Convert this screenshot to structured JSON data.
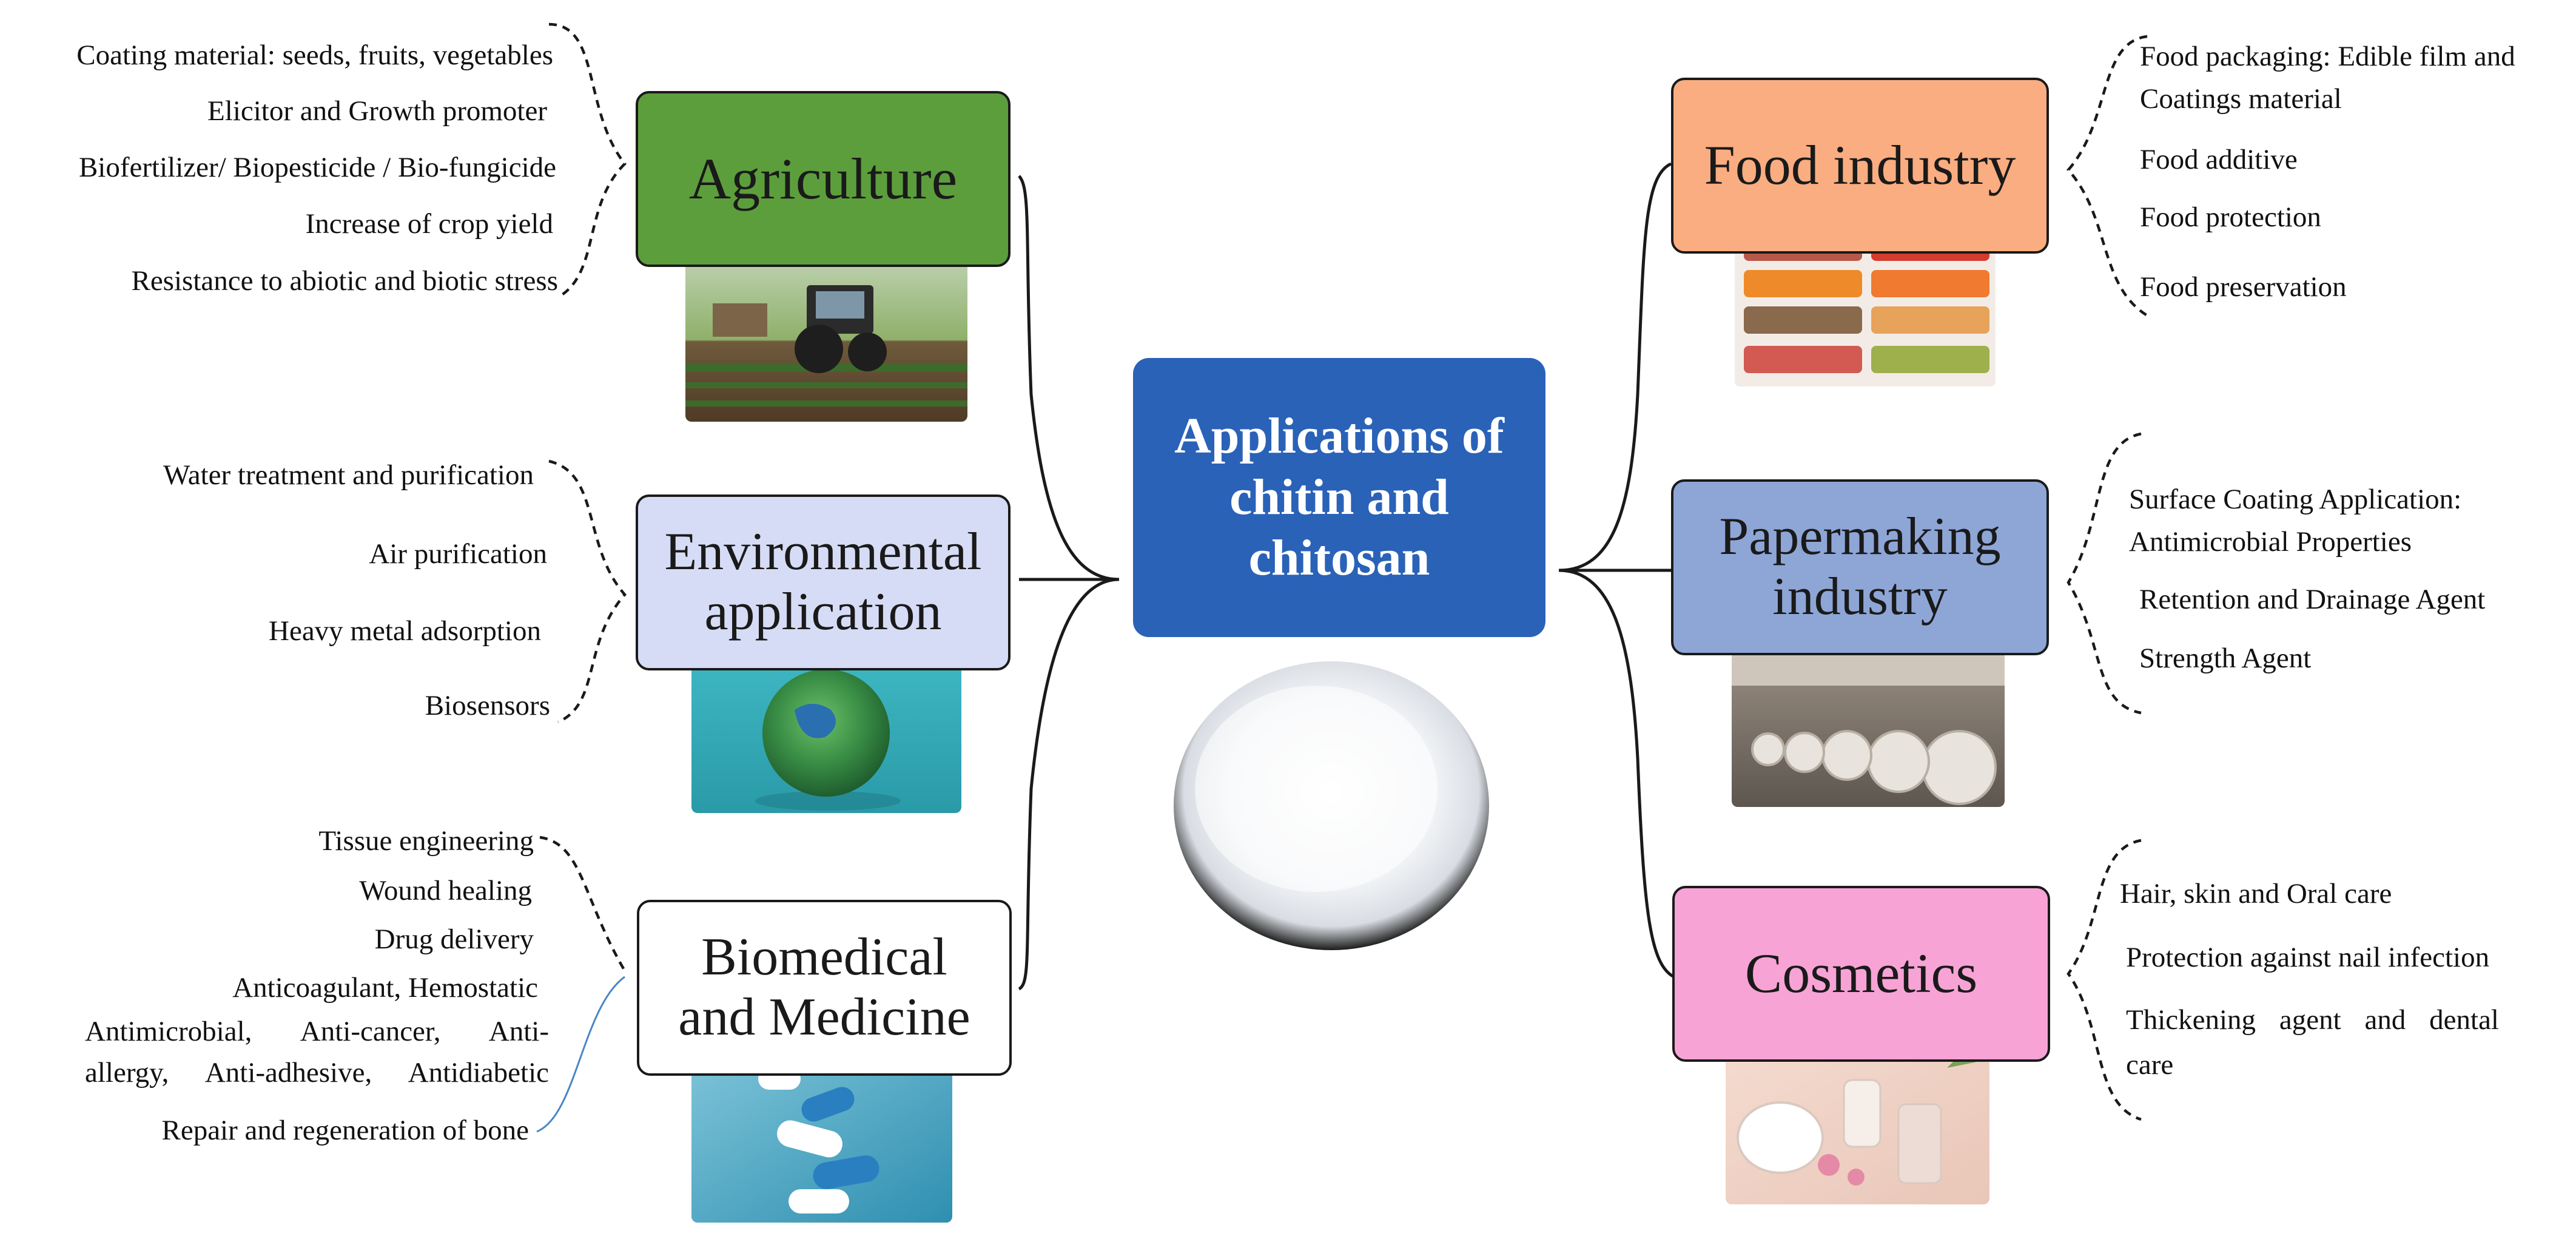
{
  "center": {
    "title": "Applications of\nchitin and\nchitosan",
    "color": "#2a62b8"
  },
  "branches": {
    "agriculture": {
      "title": "Agriculture",
      "color": "#5c9e3c",
      "title_color": "#1a1a1a",
      "items": [
        "Coating material: seeds, fruits, vegetables",
        "Elicitor and Growth promoter",
        "Biofertilizer/  Biopesticide / Bio-fungicide",
        "Increase of crop yield",
        "Resistance to abiotic and biotic  stress"
      ],
      "image_icon": "tractor-field-photo"
    },
    "environment": {
      "title": "Environmental\napplication",
      "color": "#d6dcf5",
      "title_color": "#1a1a1a",
      "items": [
        "Water treatment and purification",
        "Air purification",
        "Heavy metal adsorption",
        "Biosensors"
      ],
      "image_icon": "green-earth-photo"
    },
    "biomedical": {
      "title": "Biomedical\nand Medicine",
      "color": "#ffffff",
      "title_color": "#1a1a1a",
      "items": [
        "Tissue engineering",
        "Wound healing",
        "Drug delivery",
        "Anticoagulant, Hemostatic",
        "Antimicrobial,    Anti-cancer,   Anti-",
        "allergy, Anti-adhesive, Antidiabetic",
        "Repair and regeneration of bone"
      ],
      "image_icon": "capsules-photo"
    },
    "food": {
      "title": "Food industry",
      "color": "#f9ad80",
      "title_color": "#1a1a1a",
      "items": [
        "Food packaging: Edible film and",
        "Coatings material",
        "Food additive",
        "Food protection",
        "Food preservation"
      ],
      "image_icon": "packaged-food-photo"
    },
    "paper": {
      "title": "Papermaking\nindustry",
      "color": "#8ea6d6",
      "title_color": "#1a1a1a",
      "items": [
        "Surface Coating Application:",
        "Antimicrobial  Properties",
        "Retention and Drainage Agent",
        "Strength Agent"
      ],
      "image_icon": "paper-rolls-photo"
    },
    "cosmetics": {
      "title": "Cosmetics",
      "color": "#f7a3d6",
      "title_color": "#1a1a1a",
      "items": [
        "Hair, skin and Oral care",
        "Protection against nail infection",
        "Thickening  agent  and  dental",
        "care"
      ],
      "image_icon": "cosmetics-products-photo"
    }
  },
  "powder_icon": "chitosan-powder-photo"
}
